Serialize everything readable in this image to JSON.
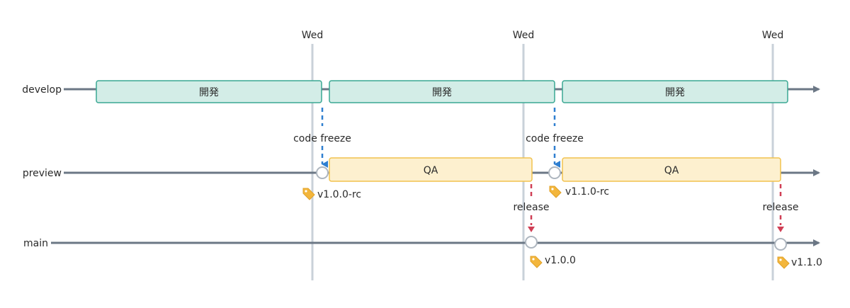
{
  "day_markers": [
    {
      "label": "Wed"
    },
    {
      "label": "Wed"
    },
    {
      "label": "Wed"
    }
  ],
  "branches": [
    {
      "label": "develop"
    },
    {
      "label": "preview"
    },
    {
      "label": "main"
    }
  ],
  "develop_boxes": [
    {
      "label": "開発"
    },
    {
      "label": "開発"
    },
    {
      "label": "開発"
    }
  ],
  "qa_boxes": [
    {
      "label": "QA"
    },
    {
      "label": "QA"
    }
  ],
  "freeze_notes": [
    {
      "label": "code freeze"
    },
    {
      "label": "code freeze"
    }
  ],
  "release_notes": [
    {
      "label": "release"
    },
    {
      "label": "release"
    }
  ],
  "preview_tags": [
    {
      "label": "v1.0.0-rc"
    },
    {
      "label": "v1.1.0-rc"
    }
  ],
  "main_tags": [
    {
      "label": "v1.0.0"
    },
    {
      "label": "v1.1.0"
    }
  ],
  "colors": {
    "branch_line": "#6b7785",
    "day_line": "#c9d1d9",
    "develop_fill": "#d3ede7",
    "develop_stroke": "#3aa893",
    "qa_fill": "#fdf0cf",
    "qa_stroke": "#f2c24e",
    "freeze_arrow": "#2f7fd0",
    "release_arrow": "#d03f55",
    "commit_fill": "#ffffff",
    "commit_stroke": "#aeb6bf",
    "tag": "#f3b63c"
  }
}
